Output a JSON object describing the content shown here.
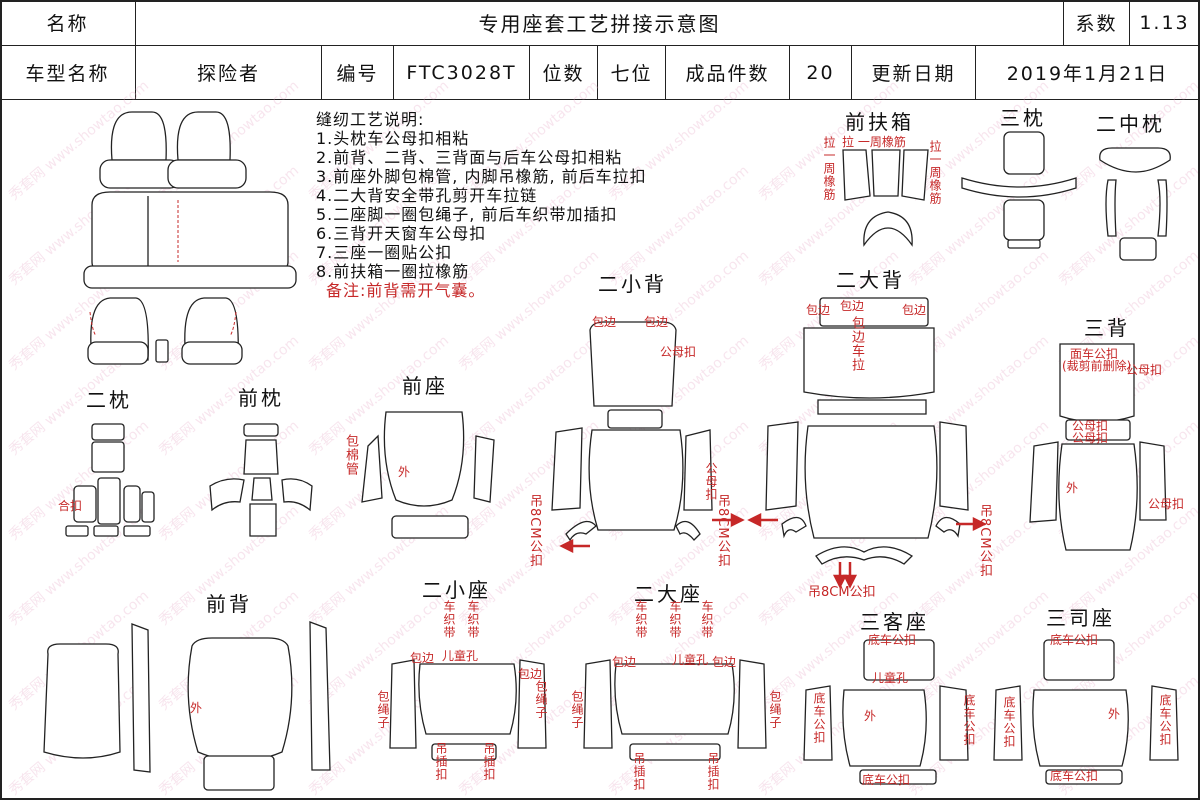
{
  "header": {
    "name_label": "名称",
    "title": "专用座套工艺拼接示意图",
    "coef_label": "系数",
    "coef_value": "1.13",
    "model_label": "车型名称",
    "model_value": "探险者",
    "code_label": "编号",
    "code_value": "FTC3028T",
    "seats_label": "位数",
    "seats_value": "七位",
    "pieces_label": "成品件数",
    "pieces_value": "20",
    "date_label": "更新日期",
    "date_value": "2019年1月21日"
  },
  "notes": {
    "heading": "缝纫工艺说明:",
    "items": [
      "1.头枕车公母扣相粘",
      "2.前背、二背、三背面与后车公母扣相粘",
      "3.前座外脚包棉管, 内脚吊橡筋, 前后车拉扣",
      "4.二大背安全带孔剪开车拉链",
      "5.二座脚一圈包绳子, 前后车织带加插扣",
      "6.三背开天窗车公母扣",
      "7.三座一圈贴公扣",
      "8.前扶箱一圈拉橡筋"
    ],
    "remark": "备注:前背需开气囊。"
  },
  "sections": {
    "front_armrest": "前扶箱",
    "third_pillow": "三枕",
    "second_mid_pillow": "二中枕",
    "second_small_back": "二小背",
    "second_big_back": "二大背",
    "third_back": "三背",
    "second_pillow": "二枕",
    "front_pillow": "前枕",
    "front_seat": "前座",
    "front_back": "前背",
    "second_small_seat": "二小座",
    "second_big_seat": "二大座",
    "third_passenger_seat": "三客座",
    "third_driver_seat": "三司座"
  },
  "annotations": {
    "la": "拉",
    "la_loop_elastic": "一周橡筋",
    "loop_elastic_vertical": "一周橡筋",
    "baobian": "包边",
    "gongmukou": "公母扣",
    "bian_che_la": "包边车拉",
    "bao_mian_guan": "包棉管",
    "wai": "外",
    "hang_8cm_left": "吊8CM公扣",
    "hang_8cm_right": "吊8CM公扣",
    "hang_8cm_bottom": "吊8CM公扣",
    "hang_8cm_far": "吊8CM公扣",
    "mianche": "面车公扣",
    "cai_jian": "(裁剪前删除)",
    "che_zhidai": "车织带",
    "ertongkong": "儿童孔",
    "baoshengzi": "包绳子",
    "diao_chatou": "吊插扣",
    "di_che_gongkou": "底车公扣",
    "gekou": "合扣"
  },
  "watermark": "秀套网 www.showtao.com"
}
